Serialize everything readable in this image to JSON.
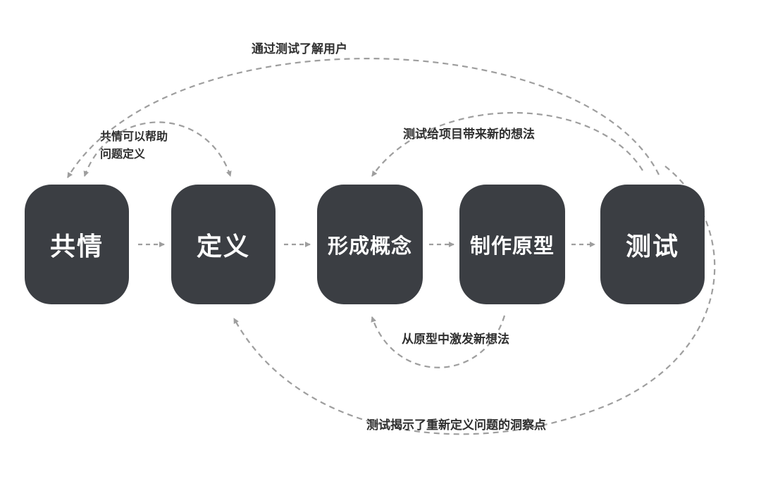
{
  "diagram": {
    "stages": [
      {
        "label": "共情"
      },
      {
        "label": "定义"
      },
      {
        "label": "形成概念"
      },
      {
        "label": "制作原型"
      },
      {
        "label": "测试"
      }
    ],
    "annotations": {
      "top": "通过测试了解用户",
      "empathy_define": "共情可以帮助\n问题定义",
      "test_new_ideas": "测试给项目带来新的想法",
      "prototype_ideas": "从原型中激发新想法",
      "test_insights": "测试揭示了重新定义问题的洞察点"
    },
    "colors": {
      "box": "#3b3e43",
      "box_text": "#ffffff",
      "arrow": "#9e9e9e",
      "label_text": "#2f2f2f"
    }
  }
}
